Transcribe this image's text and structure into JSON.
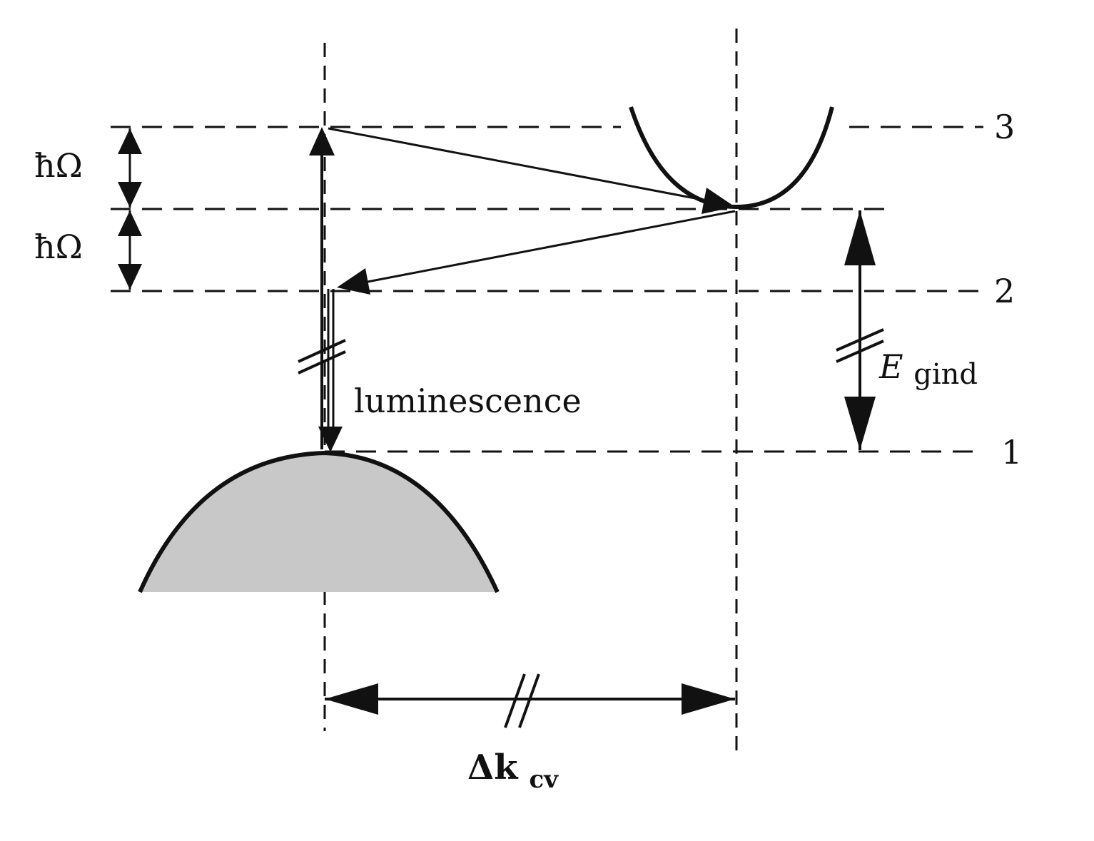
{
  "labels": {
    "level_3": "3",
    "level_2": "2",
    "level_1": "1",
    "phonon_upper": "ħΩ",
    "phonon_lower": "ħΩ",
    "luminescence": "luminescence",
    "gap_symbol": "E",
    "gap_subscript": "gind",
    "dk_symbol": "Δk",
    "dk_subscript": "cv"
  },
  "colors": {
    "ink": "#111111",
    "valence_fill": "#c8c8c8",
    "background": "#ffffff"
  }
}
